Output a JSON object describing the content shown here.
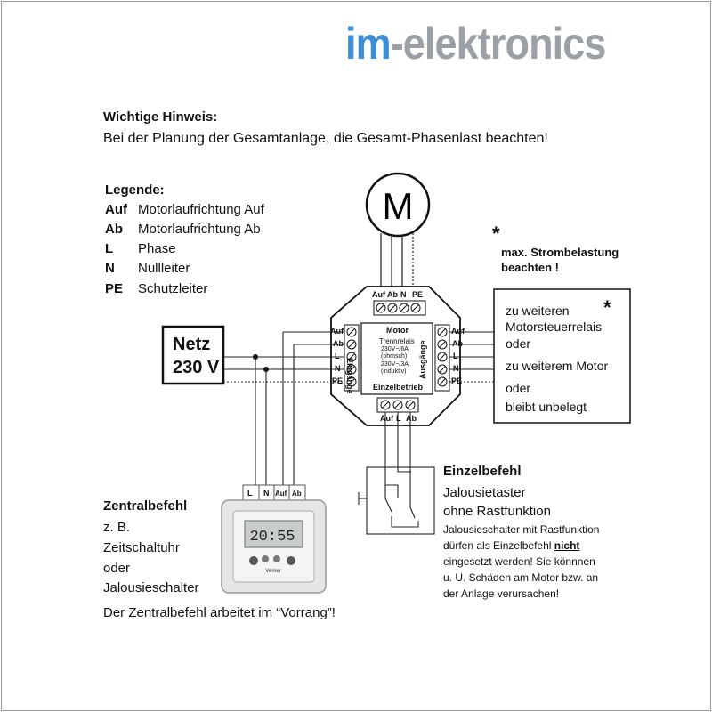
{
  "logo": {
    "part1": "im",
    "part2": "-elektronics"
  },
  "notice": {
    "title": "Wichtige Hinweis:",
    "text": "Bei der Planung der Gesamtanlage, die Gesamt-Phasenlast beachten!"
  },
  "legend": {
    "title": "Legende:",
    "items": [
      {
        "key": "Auf",
        "desc": "Motorlaufrichtung Auf"
      },
      {
        "key": "Ab",
        "desc": "Motorlaufrichtung Ab"
      },
      {
        "key": "L",
        "desc": "Phase"
      },
      {
        "key": "N",
        "desc": "Nullleiter"
      },
      {
        "key": "PE",
        "desc": "Schutzleiter"
      }
    ]
  },
  "motor": {
    "label": "M"
  },
  "netz": {
    "line1": "Netz",
    "line2": "230 V"
  },
  "warning": {
    "star": "*",
    "line1": "max. Strombelastung",
    "line2": "beachten !"
  },
  "device": {
    "top_terminals": [
      "Auf",
      "Ab",
      "N",
      "PE"
    ],
    "left_terminals": [
      "Auf",
      "Ab",
      "L",
      "N",
      "PE"
    ],
    "right_terminals": [
      "Auf",
      "Ab",
      "L",
      "N",
      "PE"
    ],
    "bottom_terminals": [
      "Auf",
      "L",
      "Ab"
    ],
    "left_label": "Eingänge",
    "right_label": "Ausgänge",
    "center_title": "Motor",
    "center_line1": "Trennrelais",
    "center_line2": "230V~/6A",
    "center_line3": "(ohmsch)",
    "center_line4": "230V~/3A",
    "center_line5": "(induktiv)",
    "bottom_title": "Einzelbetrieb"
  },
  "output_box": {
    "star": "*",
    "line1": "zu weiteren",
    "line2": "Motorsteuerrelais",
    "line3": "oder",
    "line4": "zu weiterem Motor",
    "line5": "oder",
    "line6": "bleibt unbelegt"
  },
  "zentral": {
    "title": "Zentralbefehl",
    "line1": "z. B.",
    "line2": "Zeitschaltuhr",
    "line3": "oder",
    "line4": "Jalousieschalter",
    "footer": "Der Zentralbefehl arbeitet im “Vorrang”!",
    "terminals": [
      "L",
      "N",
      "Auf",
      "Ab"
    ],
    "display": "20:55",
    "brand": "Vemer"
  },
  "einzel": {
    "title": "Einzelbefehl",
    "line1": "Jalousietaster",
    "line2": "ohne Rastfunktion",
    "n1": "Jalousieschalter mit Rastfunktion",
    "n2a": "dürfen als Einzelbefehl ",
    "n2b": "nicht",
    "n3": "eingesetzt werden! Sie könnnen",
    "n4": "u. U. Schäden am Motor bzw. an",
    "n5": "der Anlage verursachen!"
  }
}
